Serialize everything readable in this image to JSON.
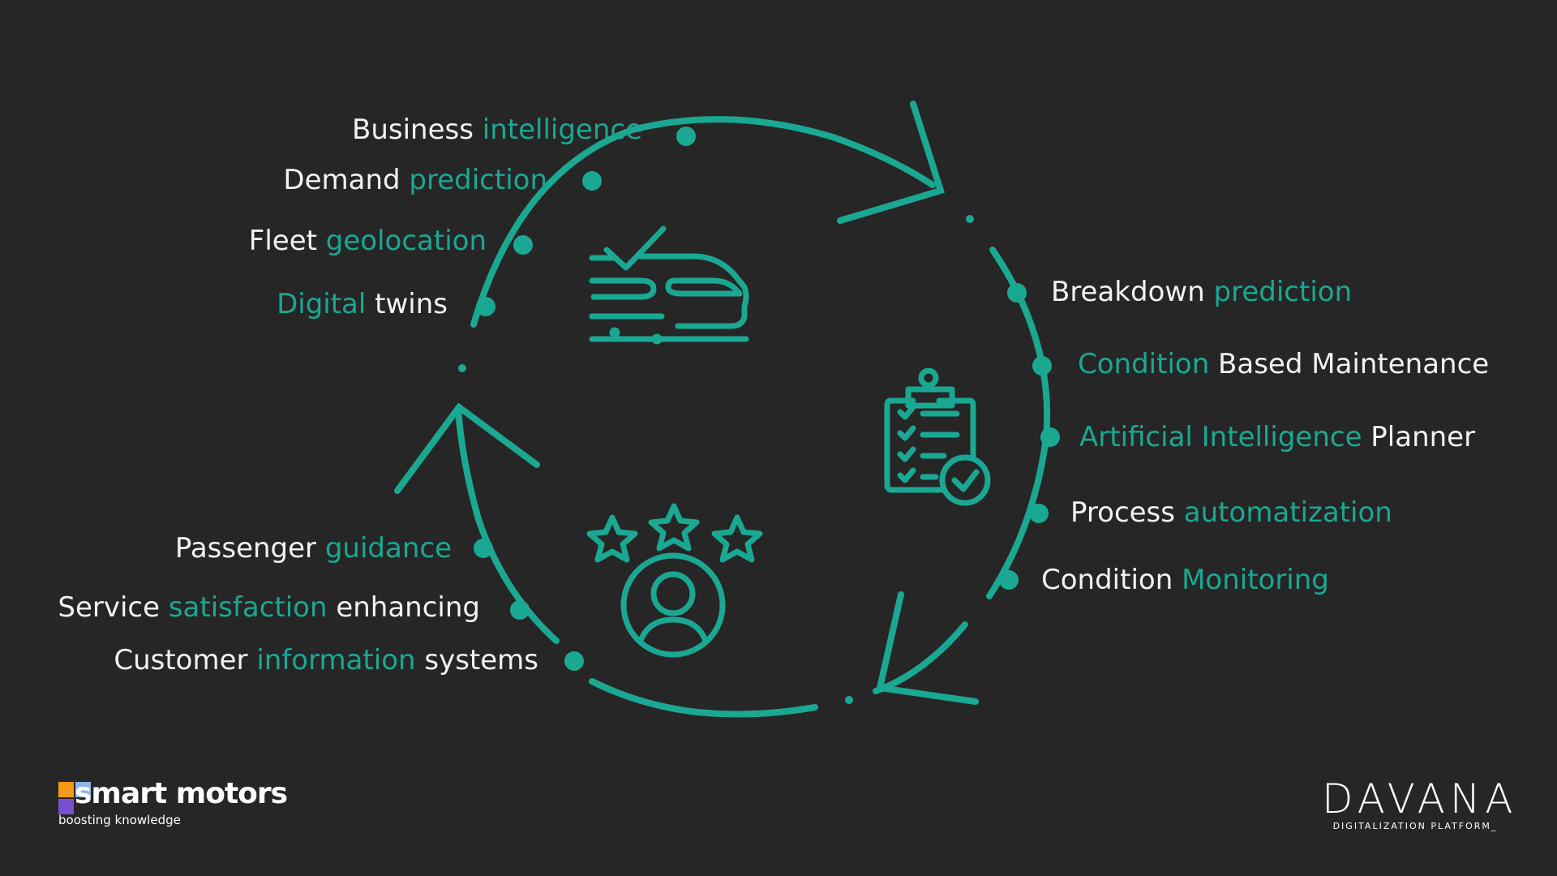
{
  "colors": {
    "background": "#262626",
    "accent": "#1aa892",
    "text": "#f2f2f2"
  },
  "left_top_items": [
    {
      "parts": [
        {
          "text": "Business ",
          "accent": false
        },
        {
          "text": "intelligence",
          "accent": true
        }
      ]
    },
    {
      "parts": [
        {
          "text": "Demand ",
          "accent": false
        },
        {
          "text": "prediction",
          "accent": true
        }
      ]
    },
    {
      "parts": [
        {
          "text": "Fleet ",
          "accent": false
        },
        {
          "text": "geolocation",
          "accent": true
        }
      ]
    },
    {
      "parts": [
        {
          "text": "Digital",
          "accent": true
        },
        {
          "text": " twins",
          "accent": false
        }
      ]
    }
  ],
  "right_items": [
    {
      "parts": [
        {
          "text": "Breakdown ",
          "accent": false
        },
        {
          "text": "prediction",
          "accent": true
        }
      ]
    },
    {
      "parts": [
        {
          "text": "Condition",
          "accent": true
        },
        {
          "text": " Based Maintenance",
          "accent": false
        }
      ]
    },
    {
      "parts": [
        {
          "text": "Artificial Intelligence",
          "accent": true
        },
        {
          "text": " Planner",
          "accent": false
        }
      ]
    },
    {
      "parts": [
        {
          "text": "Process ",
          "accent": false
        },
        {
          "text": "automatization",
          "accent": true
        }
      ]
    },
    {
      "parts": [
        {
          "text": "Condition ",
          "accent": false
        },
        {
          "text": "Monitoring",
          "accent": true
        }
      ]
    }
  ],
  "left_bottom_items": [
    {
      "parts": [
        {
          "text": "Passenger ",
          "accent": false
        },
        {
          "text": "guidance",
          "accent": true
        }
      ]
    },
    {
      "parts": [
        {
          "text": "Service ",
          "accent": false
        },
        {
          "text": "satisfaction",
          "accent": true
        },
        {
          "text": " enhancing",
          "accent": false
        }
      ]
    },
    {
      "parts": [
        {
          "text": "Customer ",
          "accent": false
        },
        {
          "text": "information",
          "accent": true
        },
        {
          "text": " systems",
          "accent": false
        }
      ]
    }
  ],
  "icons": [
    "train-check-icon",
    "clipboard-check-icon",
    "customer-rating-icon"
  ],
  "logo_left": {
    "name": "smart motors",
    "tagline": "boosting knowledge"
  },
  "logo_right": {
    "name": "DAVANA",
    "tagline": "DIGITALIZATION PLATFORM_"
  }
}
